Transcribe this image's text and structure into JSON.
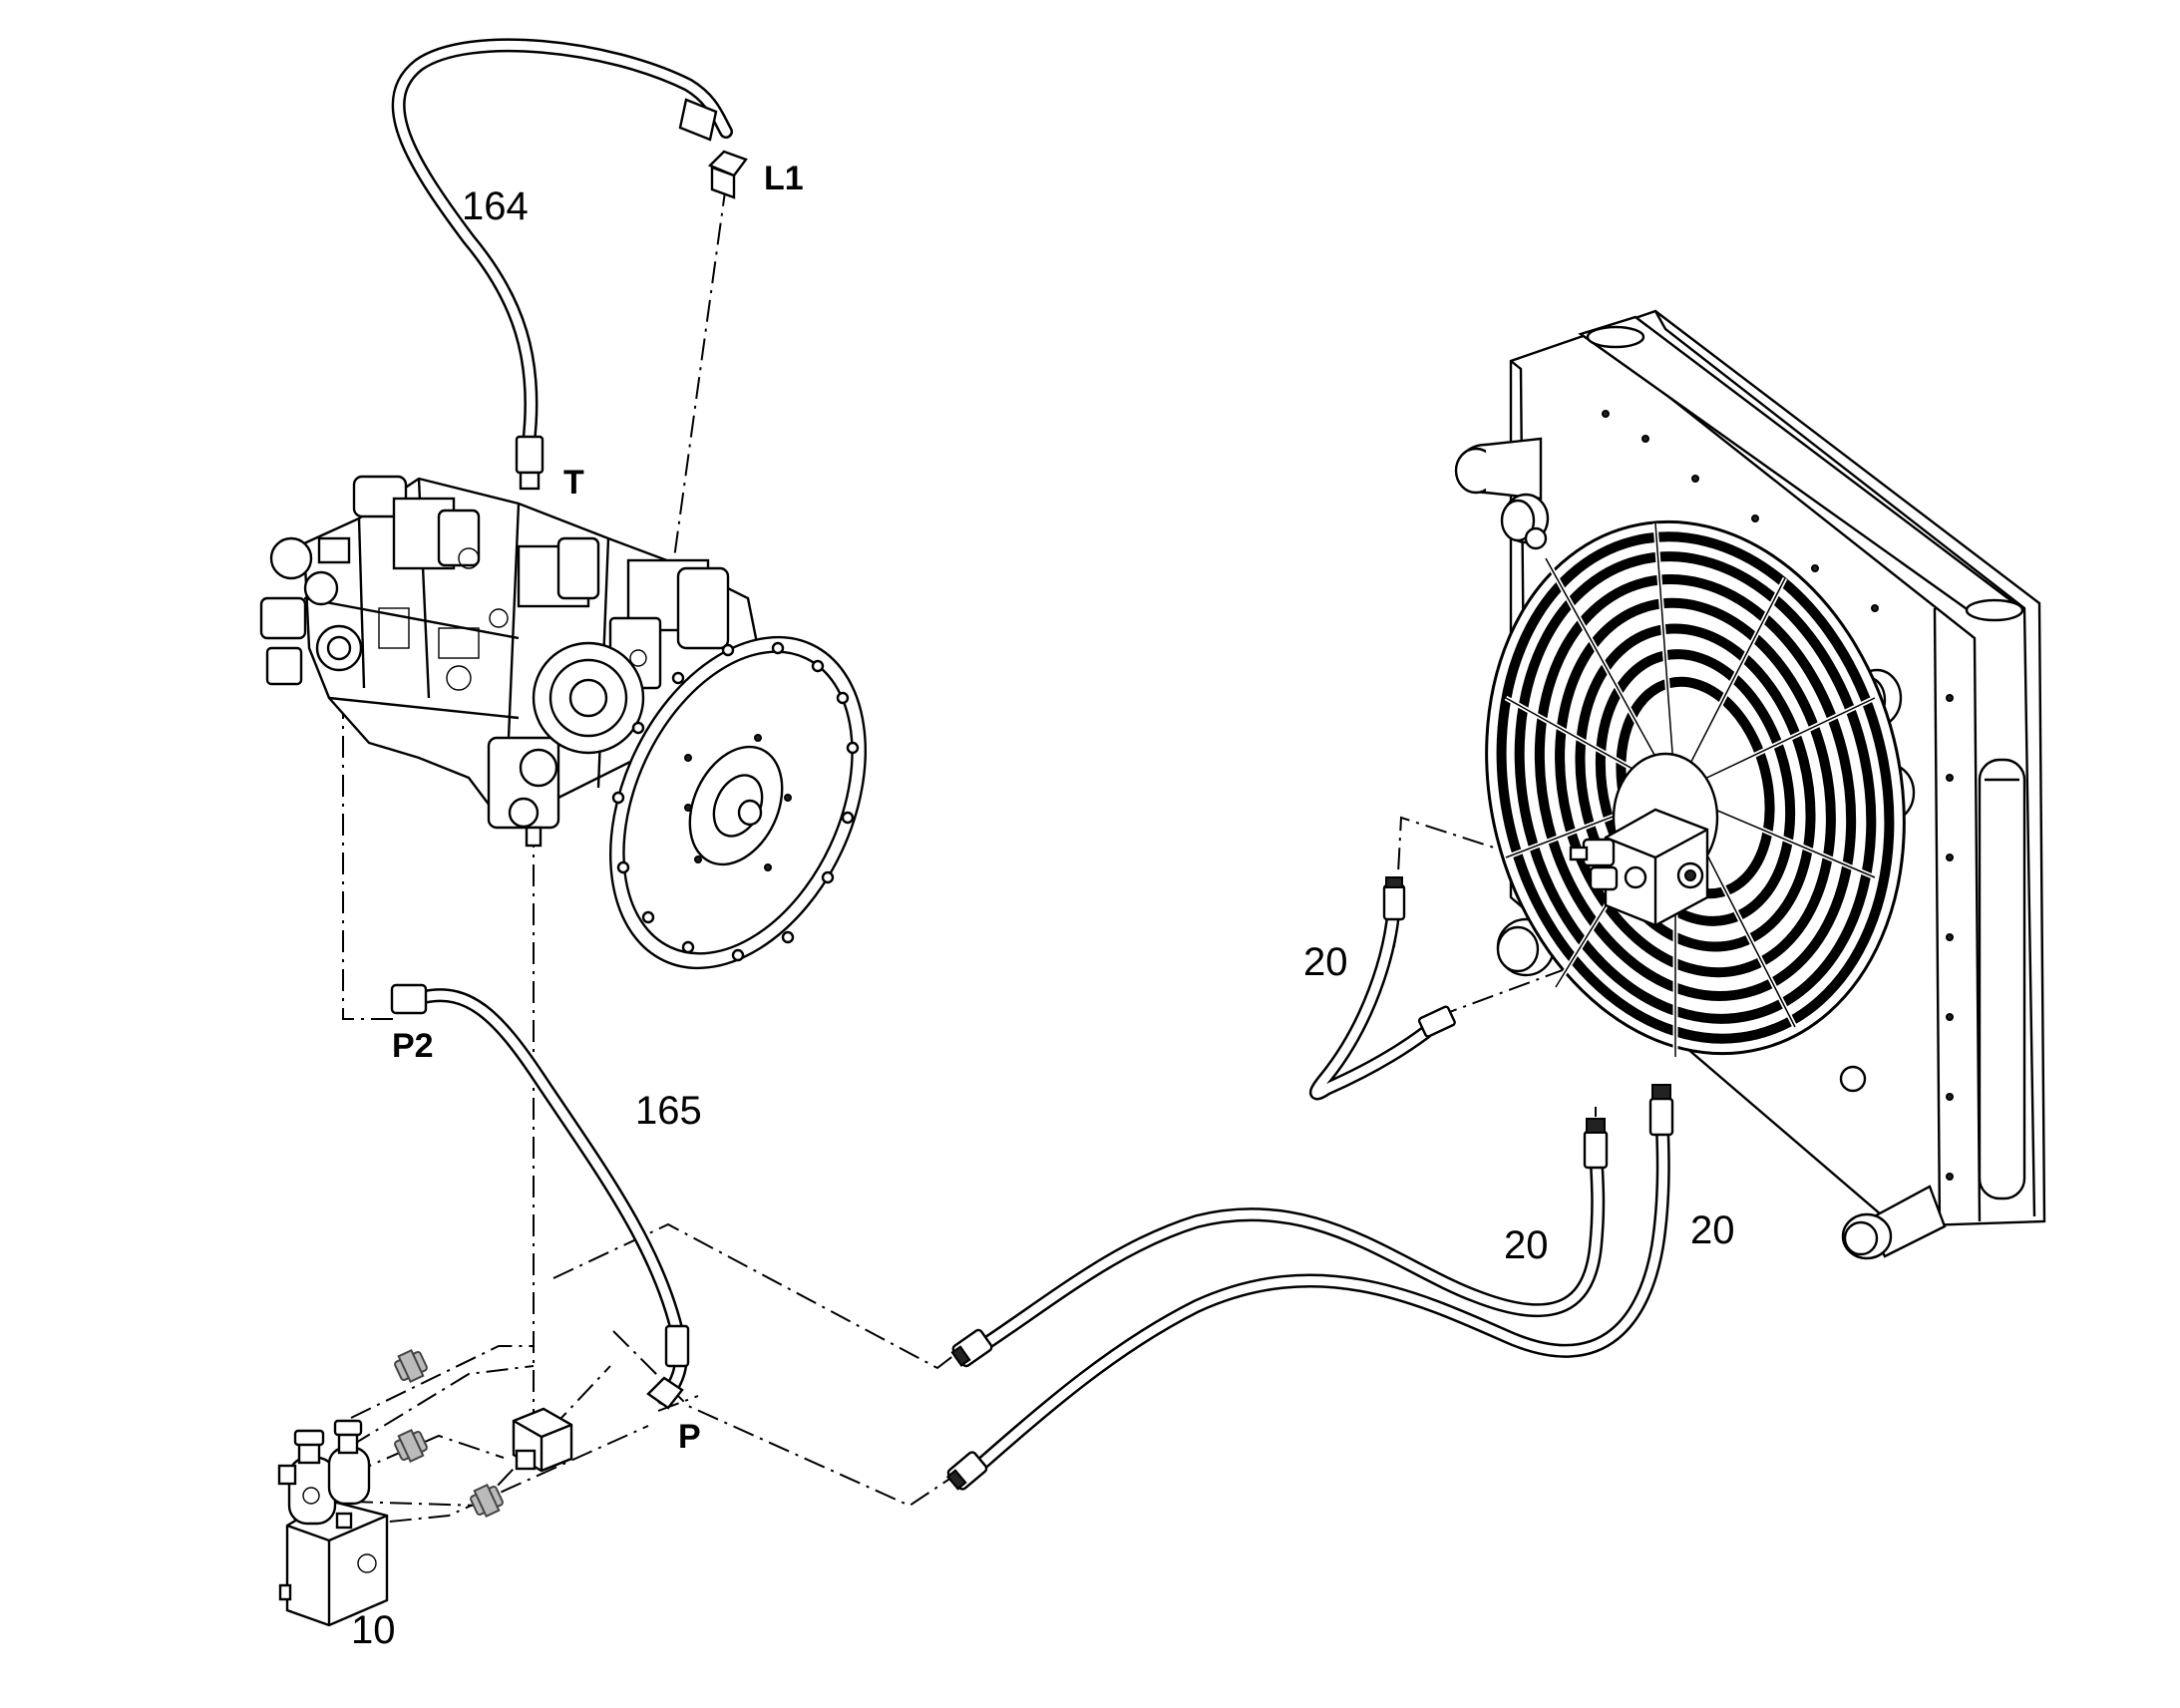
{
  "diagram": {
    "labels": {
      "hose_164": "164",
      "hose_165": "165",
      "hose_20_fan_return": "20",
      "hose_20_left": "20",
      "hose_20_right": "20",
      "valve_block_10": "10",
      "port_L1": "L1",
      "port_T": "T",
      "port_P2": "P2",
      "port_P": "P"
    }
  }
}
